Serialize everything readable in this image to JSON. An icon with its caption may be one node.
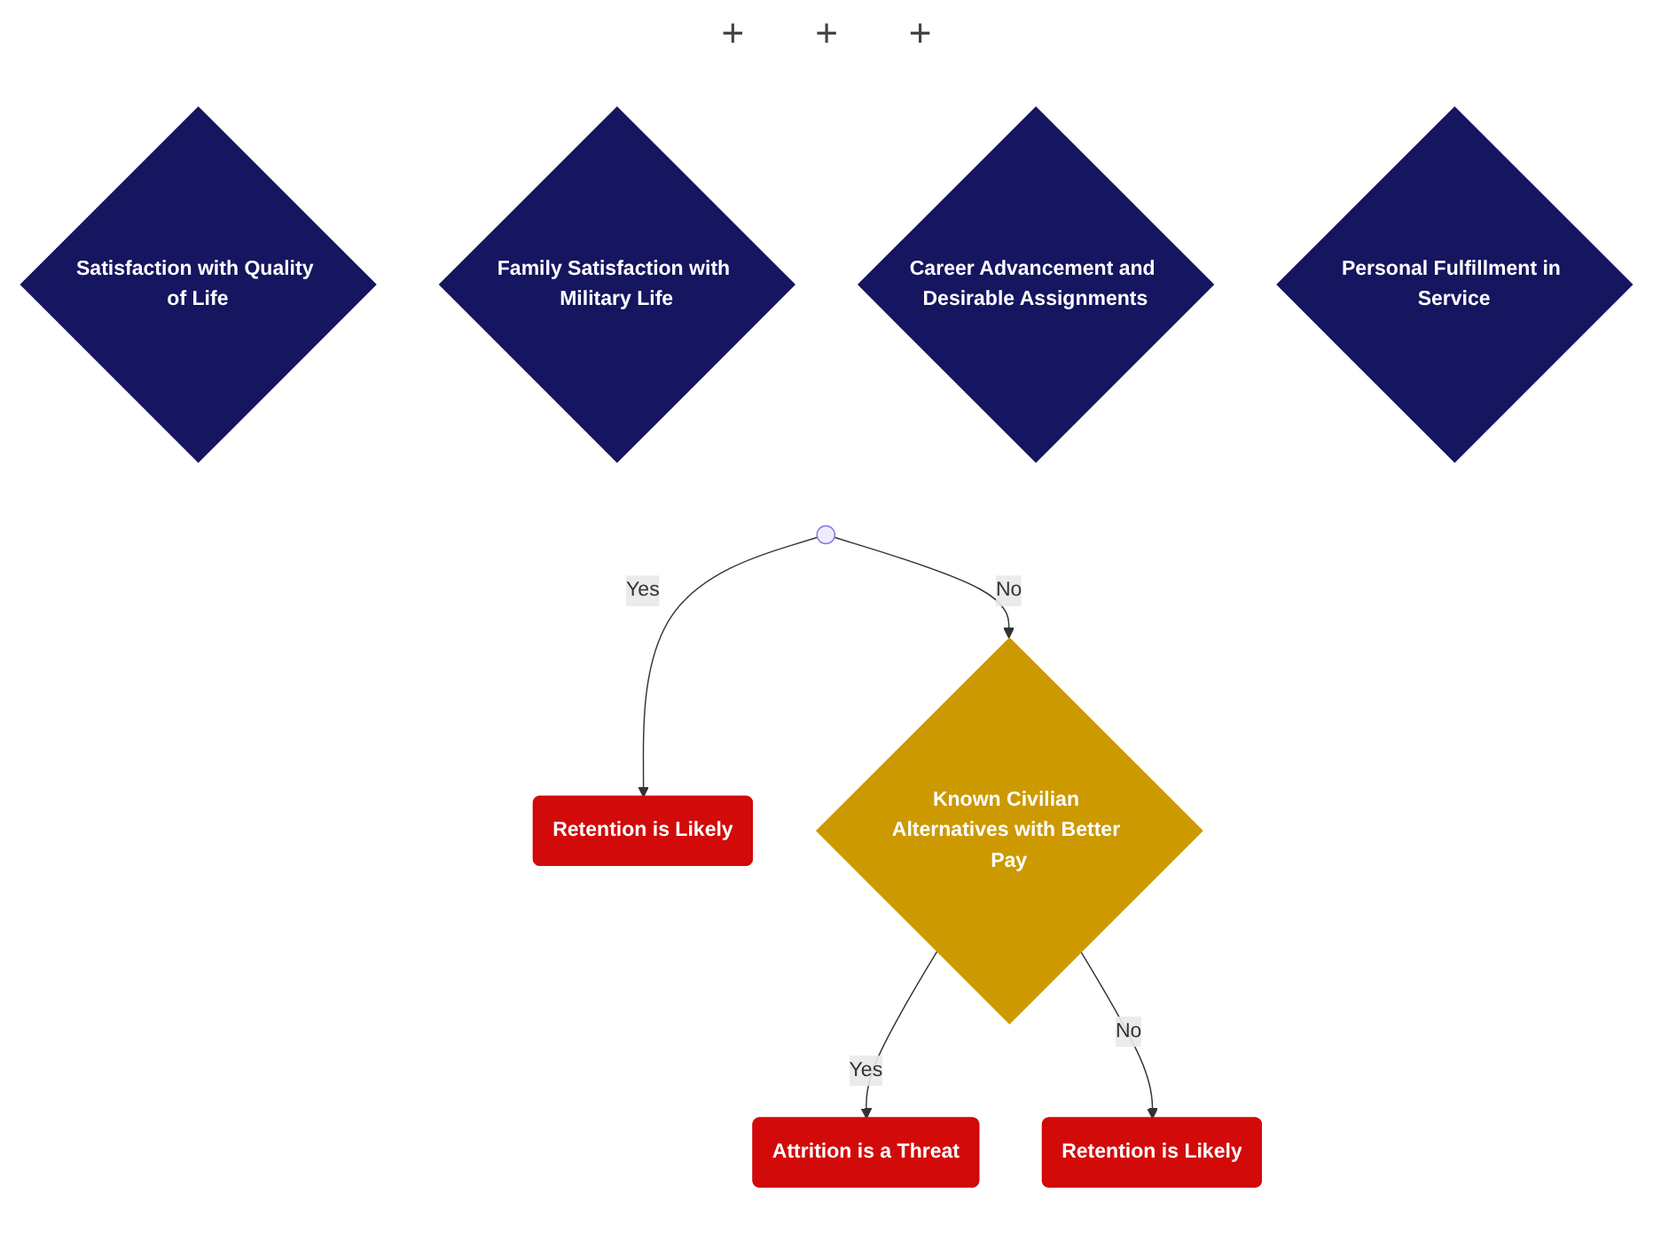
{
  "diagram": {
    "nodes": [
      {
        "text": [
          "Satisfaction with Quality of Life"
        ]
      },
      {
        "text": [
          "Family Satisfaction with Military Life"
        ]
      },
      {
        "text": [
          "Career Advancement and Desirable Assignments"
        ]
      },
      {
        "text": [
          "Personal Fulfillment in Service"
        ]
      },
      {
        "text": [
          "Retention is Likely"
        ]
      },
      {
        "text": [
          "Known Civilian Alternatives with Better Pay"
        ]
      },
      {
        "text": [
          "Attrition is a Threat"
        ]
      },
      {
        "text": [
          "Retention is Likely"
        ]
      }
    ],
    "edges": [
      {
        "from": null,
        "to": 4,
        "label": "Yes",
        "arrow": "to"
      },
      {
        "from": null,
        "to": 5,
        "label": "No",
        "arrow": "to"
      },
      {
        "from": 5,
        "to": 6,
        "label": "Yes",
        "arrow": "to"
      },
      {
        "from": 5,
        "to": 7,
        "label": "No",
        "arrow": "to"
      }
    ],
    "labels": [
      "+",
      "+",
      "+"
    ]
  }
}
